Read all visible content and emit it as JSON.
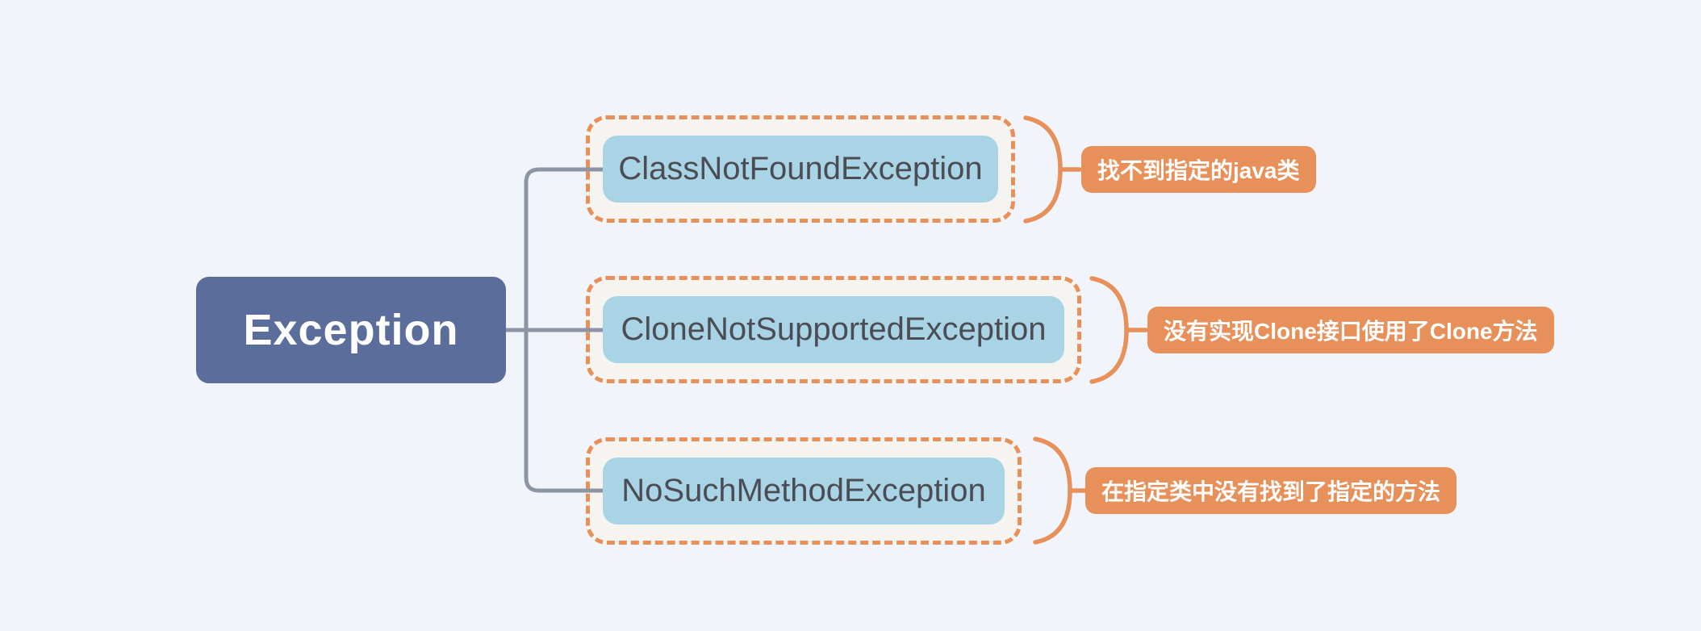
{
  "diagram": {
    "type": "mindmap",
    "root": {
      "label": "Exception"
    },
    "branches": [
      {
        "label": "ClassNotFoundException",
        "note": "找不到指定的java类"
      },
      {
        "label": "CloneNotSupportedException",
        "note": "没有实现Clone接口使用了Clone方法"
      },
      {
        "label": "NoSuchMethodException",
        "note": "在指定类中没有找到了指定的方法"
      }
    ],
    "colors": {
      "background": "#f1f5fb",
      "root_fill": "#5b6d9b",
      "root_text": "#ffffff",
      "node_fill": "#a9d4e5",
      "node_text": "#4c4c54",
      "accent_orange": "#e8905a",
      "group_fill": "#f6f4f0",
      "connector_gray": "#8d95a4"
    }
  }
}
